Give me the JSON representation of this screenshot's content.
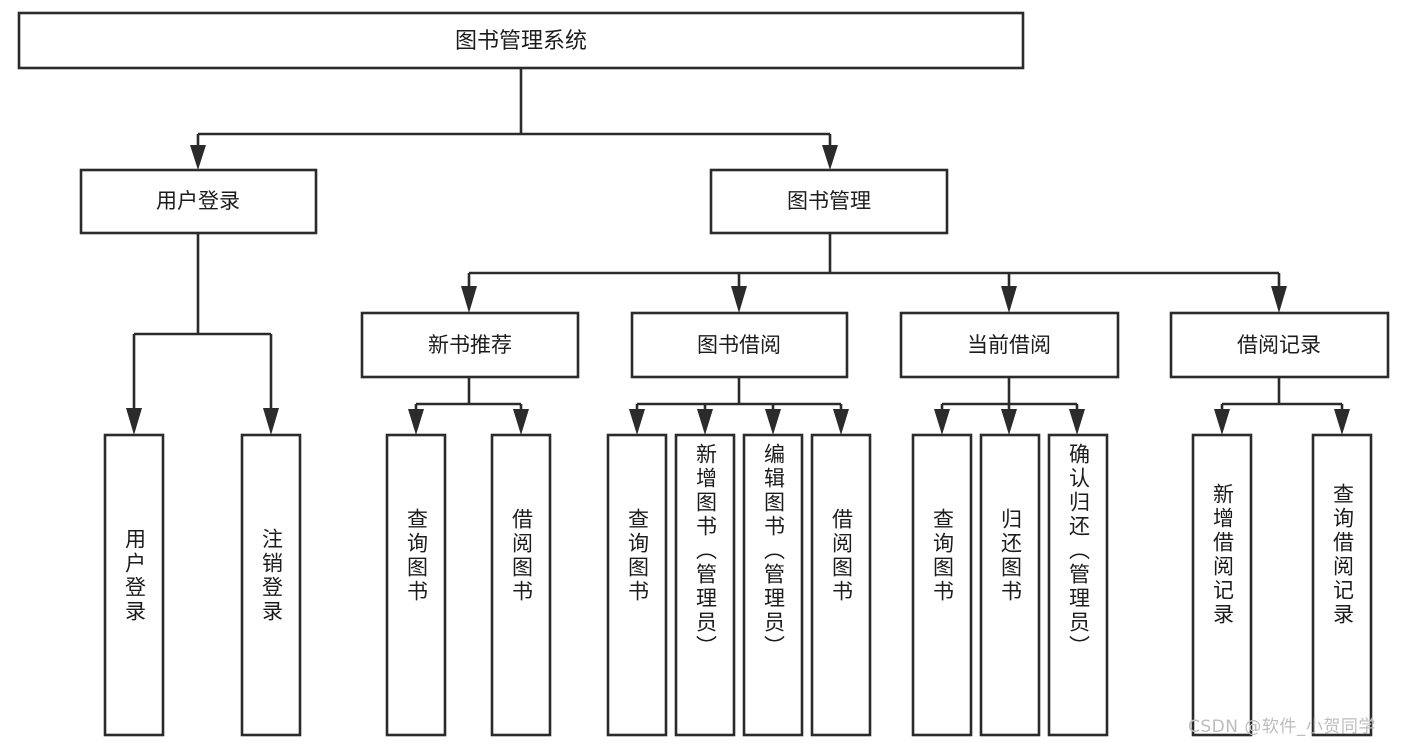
{
  "diagram": {
    "title": "图书管理系统",
    "type": "tree-hierarchy-chart",
    "watermark": "CSDN @软件_小贺同学",
    "colors": {
      "stroke": "#2b2b2b",
      "box_fill": "#ffffff",
      "text": "#1c1c1c",
      "background": "#ffffff",
      "watermark": "#bdbdbd"
    },
    "levels": {
      "root": {
        "label": "图书管理系统"
      },
      "level2": [
        {
          "label": "用户登录"
        },
        {
          "label": "图书管理"
        }
      ],
      "level3": [
        {
          "label": "新书推荐"
        },
        {
          "label": "图书借阅"
        },
        {
          "label": "当前借阅"
        },
        {
          "label": "借阅记录"
        }
      ],
      "leaves": {
        "user_login": [
          {
            "label": "用户登录"
          },
          {
            "label": "注销登录"
          }
        ],
        "new_book_recommend": [
          {
            "label": "查询图书"
          },
          {
            "label": "借阅图书"
          }
        ],
        "book_borrow": [
          {
            "label": "查询图书"
          },
          {
            "label": "新增图书（管理员）"
          },
          {
            "label": "编辑图书（管理员）"
          },
          {
            "label": "借阅图书"
          }
        ],
        "current_borrow": [
          {
            "label": "查询图书"
          },
          {
            "label": "归还图书"
          },
          {
            "label": "确认归还（管理员）"
          }
        ],
        "borrow_record": [
          {
            "label": "新增借阅记录"
          },
          {
            "label": "查询借阅记录"
          }
        ]
      }
    }
  }
}
